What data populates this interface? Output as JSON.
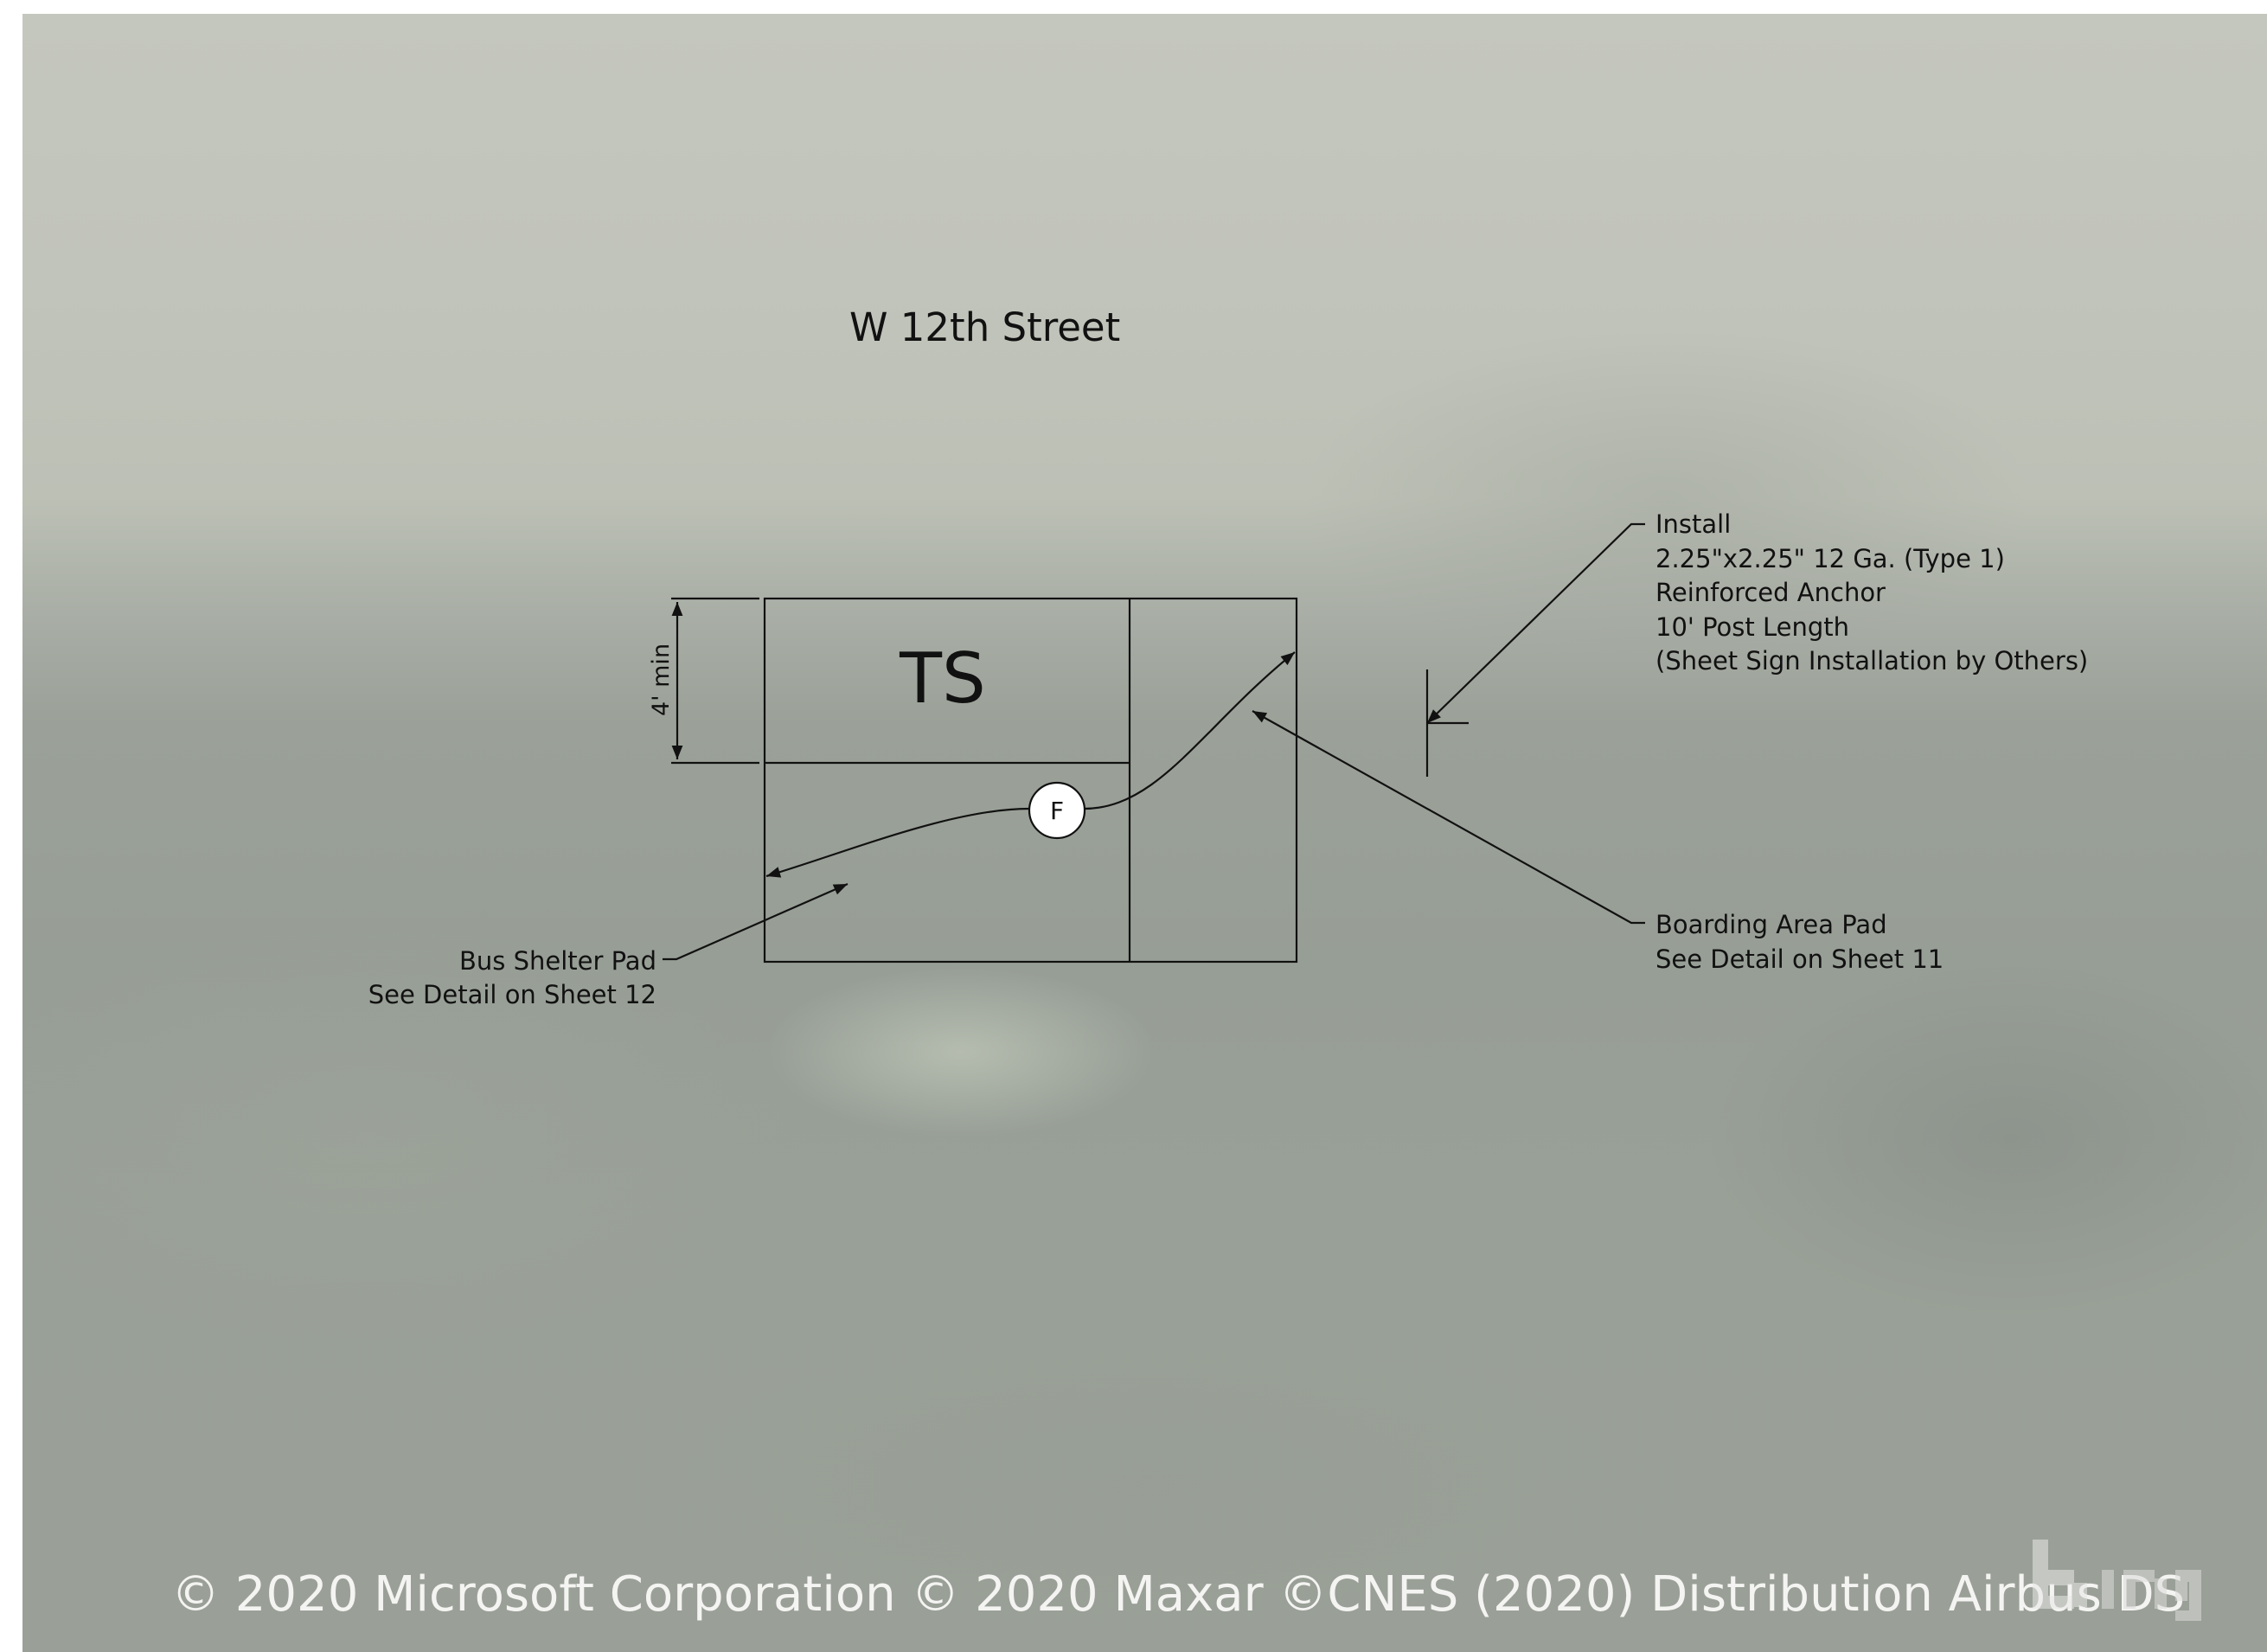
{
  "street_label": "W 12th Street",
  "shelter_label": "TS",
  "marker_label": "F",
  "dimension_label": "4' min",
  "callouts": {
    "install": {
      "lines": [
        "Install",
        "2.25\"x2.25\" 12 Ga. (Type 1)",
        "Reinforced Anchor",
        "10' Post Length",
        "(Sheet Sign Installation by Others)"
      ]
    },
    "boarding_pad": {
      "lines": [
        "Boarding Area Pad",
        "See Detail on Sheet 11"
      ]
    },
    "shelter_pad": {
      "lines": [
        "Bus Shelter Pad",
        "See Detail on Sheet 12"
      ]
    }
  },
  "copyright": "© 2020 Microsoft Corporation © 2020 Maxar ©CNES (2020) Distribution Airbus DS",
  "watermark": "bing",
  "colors": {
    "line": "#111111",
    "copyright_text": "#f4f4f2",
    "aerial_base": "#9ba198"
  }
}
